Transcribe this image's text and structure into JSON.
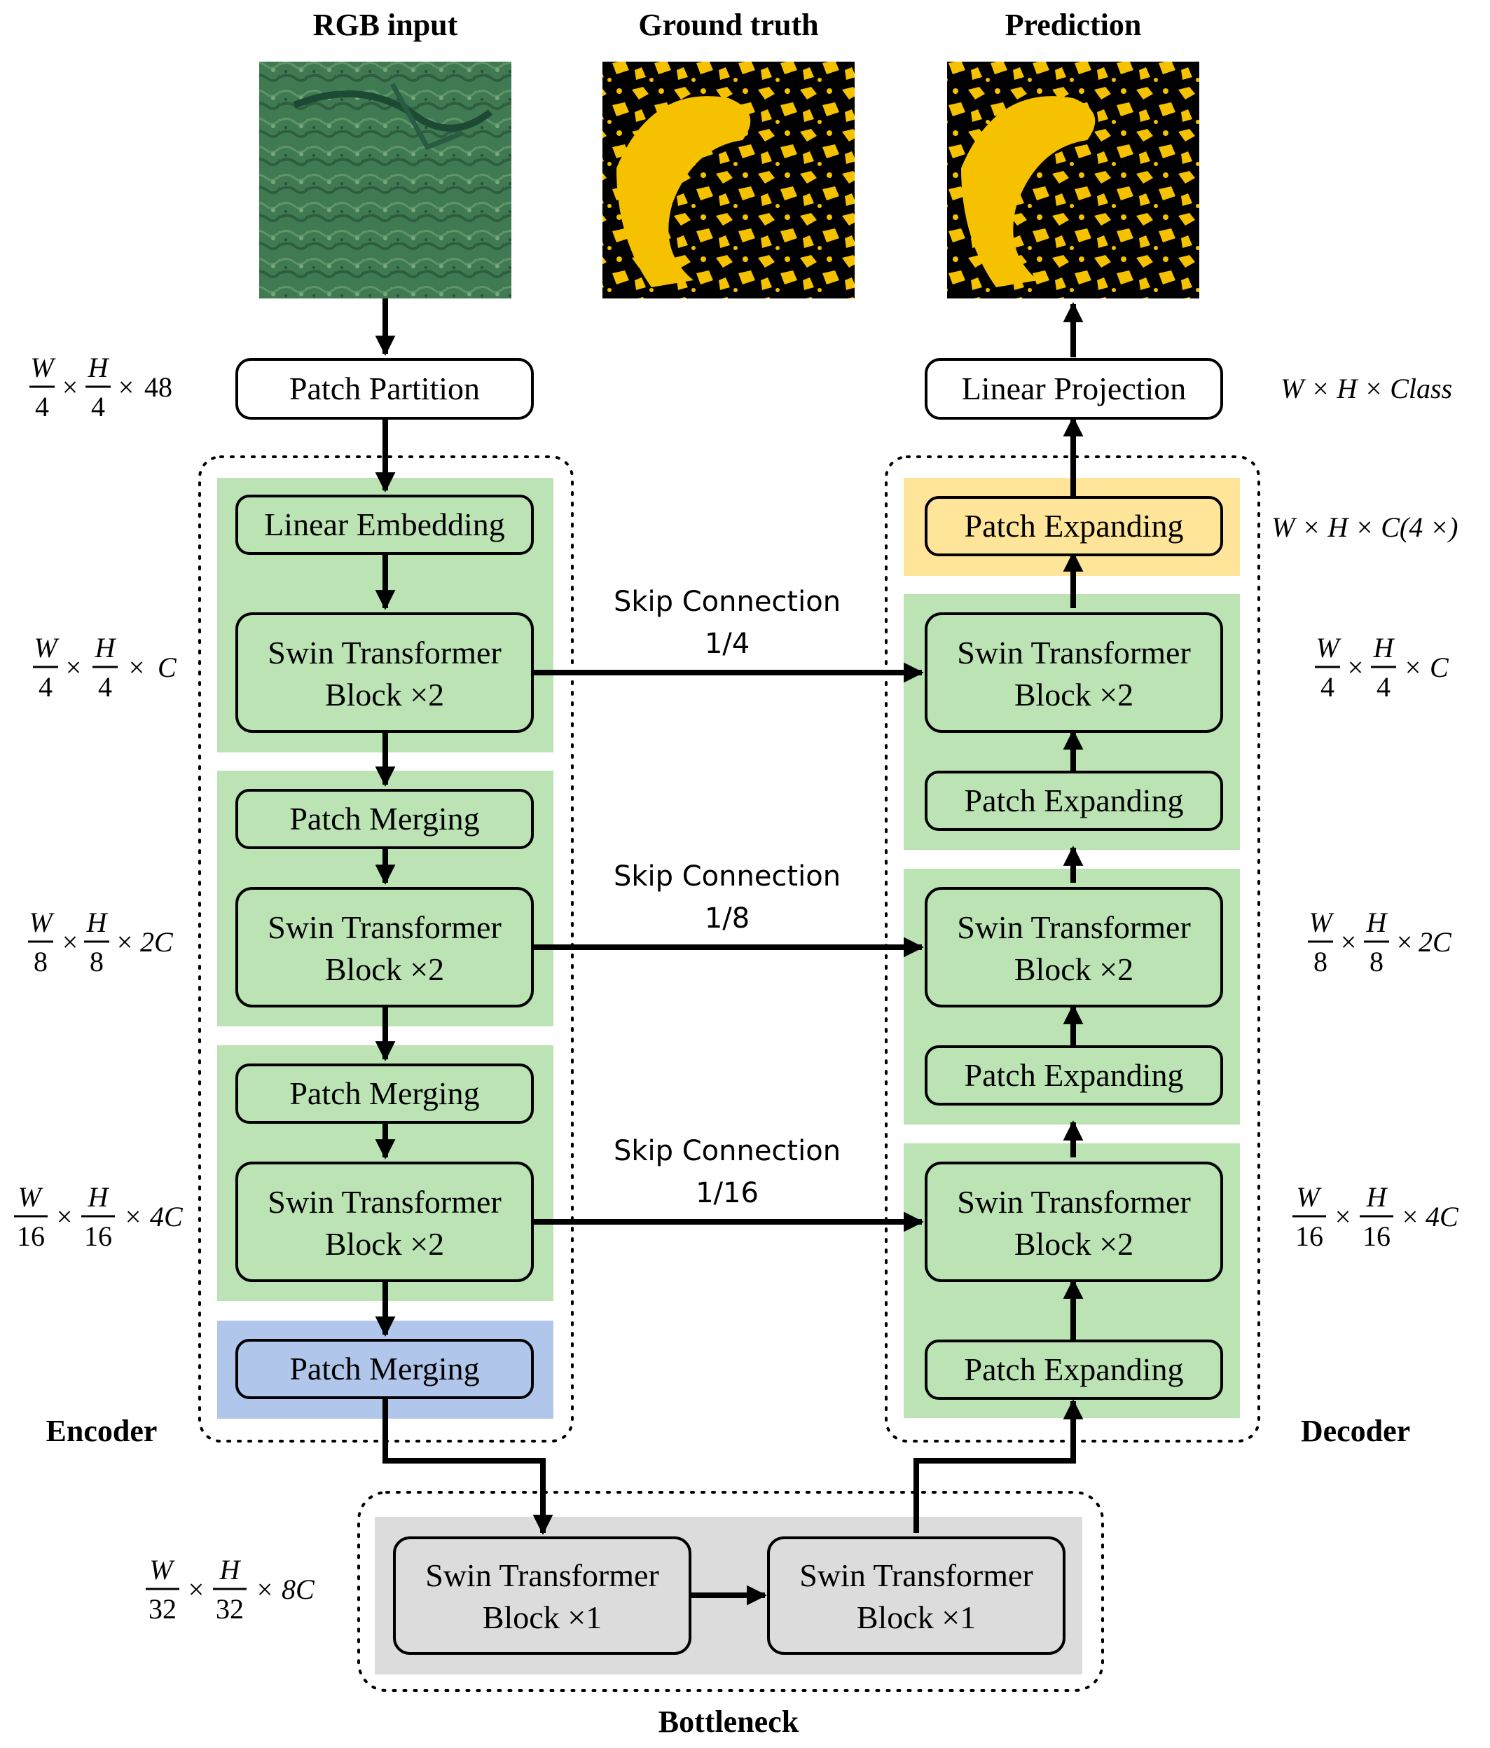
{
  "titles": {
    "rgb": "RGB input",
    "gt": "Ground truth",
    "pred": "Prediction"
  },
  "colors": {
    "stage_green": "#bbe3b4",
    "expand_yellow": "#ffe59a",
    "merge_blue": "#b0c6ea",
    "bottleneck_gray": "#dcdcdc",
    "mask_yellow": "#f6c200",
    "satellite_green": "#3f7a52"
  },
  "boxes": {
    "patch_partition": "Patch Partition",
    "linear_embedding": "Linear Embedding",
    "swin_block_x2_l1": "Swin Transformer",
    "swin_block_x2_l2": "Block ×2",
    "patch_merging": "Patch Merging",
    "linear_projection": "Linear Projection",
    "patch_expanding": "Patch Expanding",
    "swin_block_x1_l1": "Swin Transformer",
    "swin_block_x1_l2": "Block ×1"
  },
  "skips": {
    "label": "Skip Connection",
    "s1": "1/4",
    "s2": "1/8",
    "s3": "1/16"
  },
  "sections": {
    "encoder": "Encoder",
    "decoder": "Decoder",
    "bottleneck": "Bottleneck"
  },
  "dims": {
    "W": "W",
    "H": "H",
    "times": "×",
    "C": "C",
    "d4": "4",
    "d8": "8",
    "d16": "16",
    "d32": "32",
    "f48": "48",
    "f2C": "2C",
    "f4C": "4C",
    "f8C": "8C",
    "out": "W × H × Class",
    "exp": "W × H × C(4 ×)"
  }
}
